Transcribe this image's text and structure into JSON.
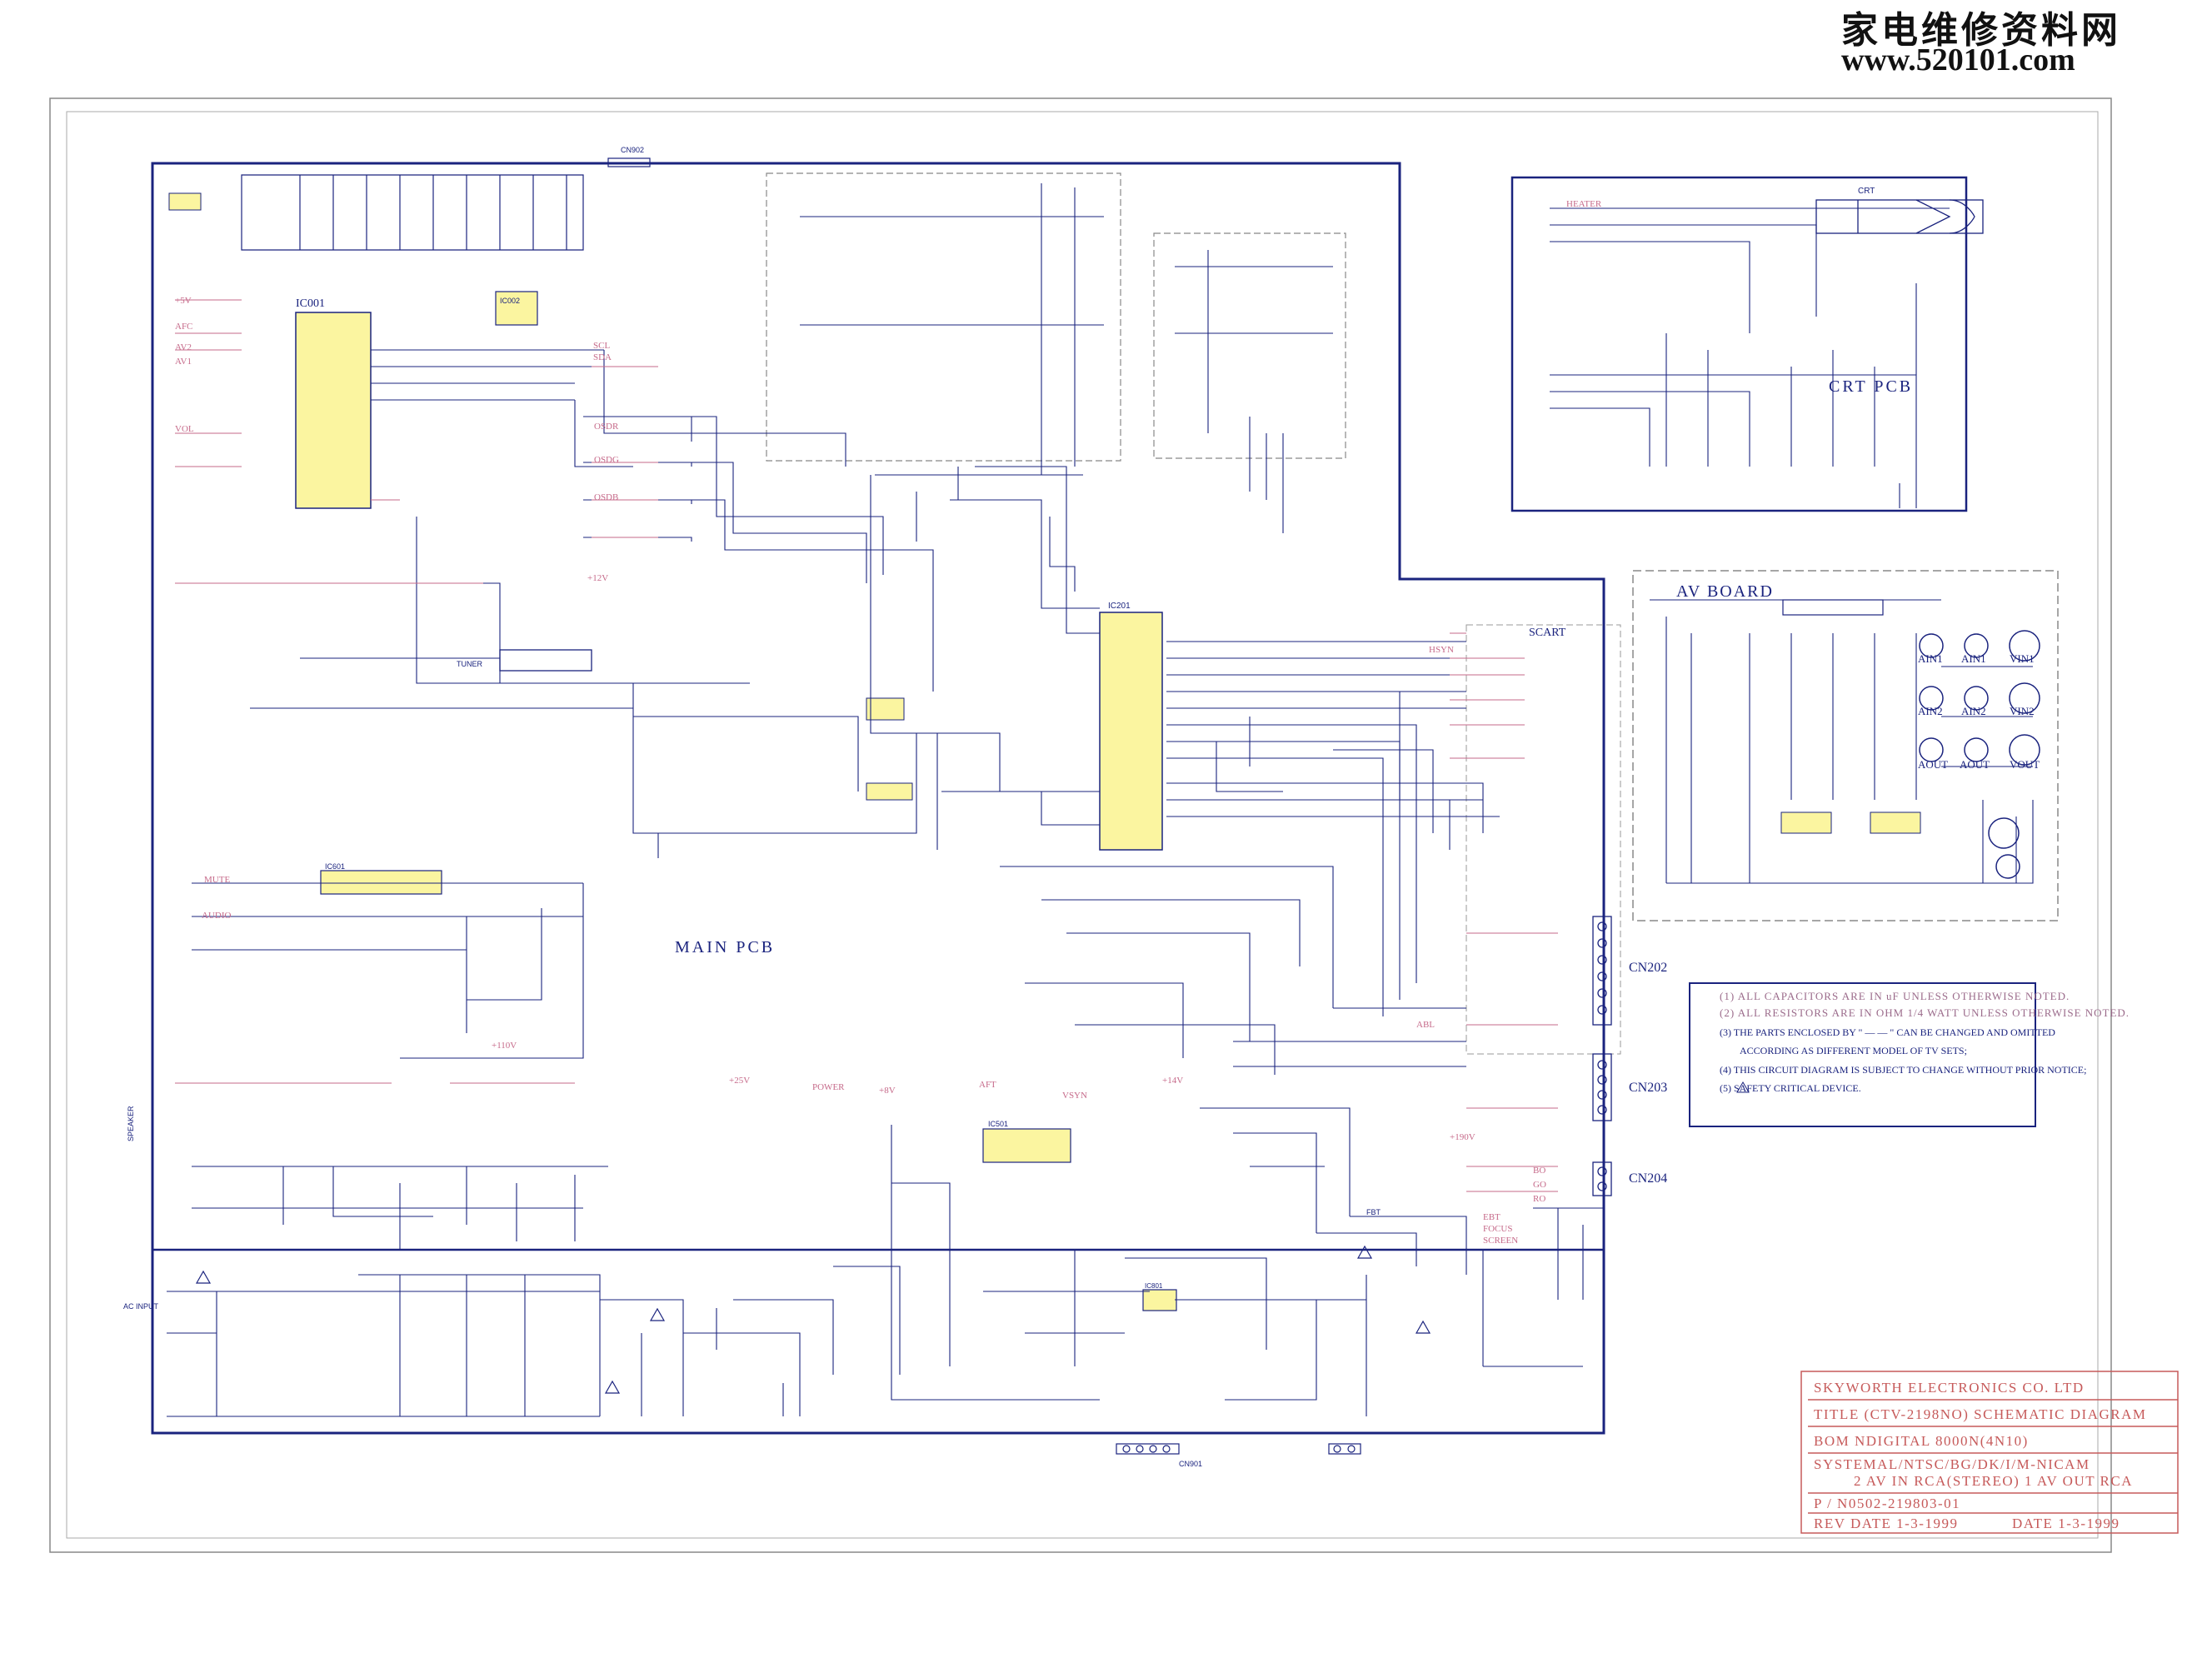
{
  "watermark": {
    "cn_title": "家电维修资料网",
    "url": "www.520101.com"
  },
  "boards": {
    "main_pcb": "MAIN  PCB",
    "crt_pcb": "CRT  PCB",
    "av_board": "AV BOARD",
    "scart": "SCART"
  },
  "connectors": {
    "cn202": "CN202",
    "cn203": "CN203",
    "cn204": "CN204",
    "cn902": "CN902",
    "cn901": "CN901"
  },
  "components": {
    "ic001": "IC001",
    "ic002": "IC002",
    "ic201": "IC201",
    "ic601": "IC601",
    "ic501": "IC501",
    "ic801": "IC801",
    "tuner": "TUNER",
    "crt": "CRT",
    "speaker": "SPEAKER",
    "ac_input": "AC INPUT",
    "fbt": "FBT"
  },
  "av_jacks": {
    "ain1_a": "AIN1",
    "ain1_b": "AIN1",
    "vin1": "VIN1",
    "ain2_a": "AIN2",
    "ain2_b": "AIN2",
    "vin2": "VIN2",
    "aout_a": "AOUT",
    "aout_b": "AOUT",
    "vout": "VOUT"
  },
  "notes": {
    "n1": "(1)   ALL CAPACITORS ARE IN uF UNLESS OTHERWISE NOTED.",
    "n2": "(2)   ALL RESISTORS ARE IN OHM 1/4 WATT UNLESS OTHERWISE NOTED.",
    "n3a": "(3)   THE PARTS ENCLOSED BY \"  — —  \" CAN BE CHANGED AND OMITTED",
    "n3b": "ACCORDING AS DIFFERENT MODEL OF TV SETS;",
    "n4": "(4)   THIS CIRCUIT DIAGRAM IS SUBJECT TO CHANGE WITHOUT PRIOR NOTICE;",
    "n5": "(5)         SAFETY CRITICAL DEVICE."
  },
  "title_block": {
    "company": "SKYWORTH  ELECTRONICS  CO.  LTD",
    "title": "TITLE (CTV-2198NO) SCHEMATIC DIAGRAM",
    "bom": "BOM  NDIGITAL 8000N(4N10)",
    "system1": "SYSTEMAL/NTSC/BG/DK/I/M-NICAM",
    "system2": "2 AV IN RCA(STEREO) 1 AV OUT RCA",
    "part_no": "P / N0502-219803-01",
    "rev_date": "REV  DATE  1-3-1999",
    "date": "DATE   1-3-1999"
  },
  "colors": {
    "wire": "#1a237e",
    "net_label": "#c66a8a",
    "ic_fill": "#fbf5a0",
    "title_block": "#c65a5a",
    "frame": "#777777"
  },
  "nets": {
    "afc": "AFC",
    "av2": "AV2",
    "av1": "AV1",
    "vol": "VOL",
    "mute": "MUTE",
    "audio": "AUDIO",
    "osdr": "OSDR",
    "osdg": "OSDG",
    "osdb": "OSDB",
    "sda": "SDA",
    "scl": "SCL",
    "vsyn": "VSYN",
    "hsyn": "HSYN",
    "afl": "AFT",
    "power": "POWER",
    "v5": "+5V",
    "v12": "+12V",
    "v8": "+8V",
    "v14": "+14V",
    "v25": "+25V",
    "v110": "+110V",
    "v190": "+190V",
    "heater": "HEATER",
    "bo": "BO",
    "go": "GO",
    "ro": "RO",
    "screen": "SCREEN",
    "focus": "FOCUS",
    "abl": "ABL",
    "ebt": "EBT"
  }
}
